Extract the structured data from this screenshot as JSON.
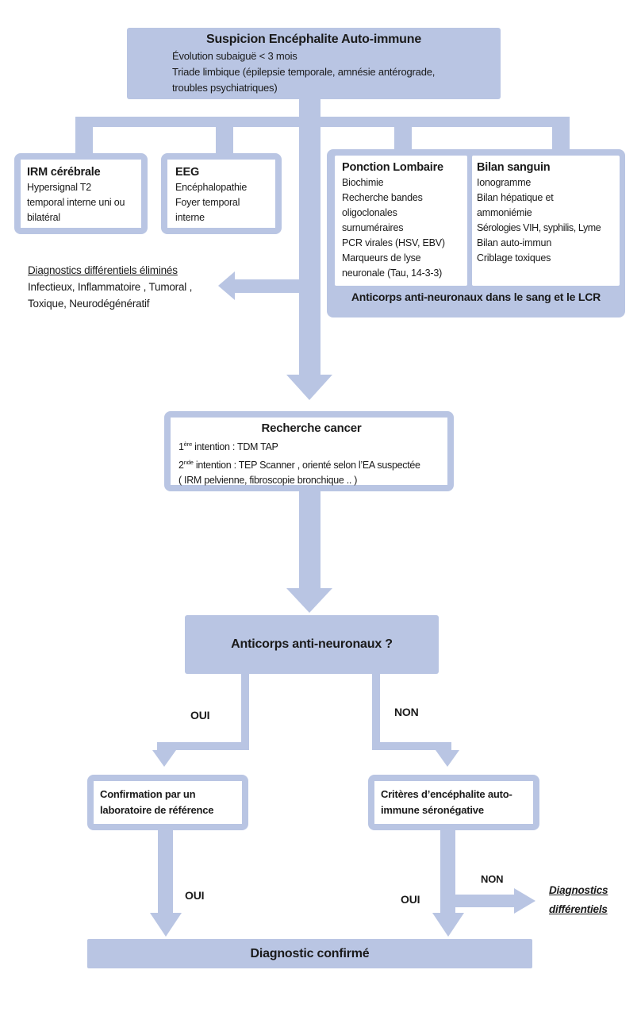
{
  "palette": {
    "accent": "#b9c5e3",
    "text_color": "#1a1a1a"
  },
  "top_box": {
    "title": "Suspicion Encéphalite Auto-immune",
    "lines": [
      "Évolution subaiguë < 3 mois",
      "Triade limbique (épilepsie temporale, amnésie antérograde,",
      "troubles psychiatriques)"
    ]
  },
  "irm_box": {
    "title": "IRM cérébrale",
    "lines": [
      "Hypersignal T2",
      "temporal interne uni ou",
      "bilatéral"
    ]
  },
  "eeg_box": {
    "title": "EEG",
    "lines": [
      "Encéphalopathie",
      "Foyer temporal",
      "interne"
    ]
  },
  "lumbar_box": {
    "title": "Ponction Lombaire",
    "lines": [
      "Biochimie",
      "Recherche bandes",
      "oligoclonales",
      "surnuméraires",
      "PCR virales (HSV, EBV)",
      "Marqueurs de lyse",
      "neuronale (Tau, 14-3-3)"
    ]
  },
  "blood_box": {
    "title": "Bilan sanguin",
    "lines": [
      "Ionogramme",
      "Bilan hépatique et",
      "ammoniémie",
      "Sérologies VIH, syphilis, Lyme",
      "Bilan auto-immun",
      "Criblage toxiques"
    ]
  },
  "antibodies_caption": "Anticorps anti-neuronaux dans le sang et le LCR",
  "ddx_eliminated": {
    "title": "Diagnostics différentiels éliminés",
    "lines": [
      "Infectieux, Inflammatoire , Tumoral ,",
      "Toxique, Neurodégénératif"
    ]
  },
  "cancer_box": {
    "title": "Recherche cancer",
    "line1": {
      "num": "1",
      "sup": "ère",
      "rest": " intention : TDM TAP"
    },
    "line2": {
      "num": "2",
      "sup": "nde",
      "rest": " intention : TEP Scanner , orienté selon l’EA suspectée"
    },
    "line3": "( IRM pelvienne, fibroscopie bronchique .. )"
  },
  "antibody_question_box": {
    "title": "Anticorps anti-neuronaux ?"
  },
  "branch_labels": {
    "yes_left": "OUI",
    "no_right": "NON",
    "yes_confirmation": "OUI",
    "yes_seronegative": "OUI",
    "no_seronegative": "NON"
  },
  "confirmation_box": {
    "lines": [
      "Confirmation par un",
      "laboratoire de référence"
    ]
  },
  "seronegative_box": {
    "lines": [
      "Critères d’encéphalite auto-",
      "immune séronégative"
    ]
  },
  "ddx_final": {
    "lines": [
      "Diagnostics",
      "différentiels"
    ]
  },
  "confirmed_box": {
    "title": "Diagnostic confirmé"
  }
}
